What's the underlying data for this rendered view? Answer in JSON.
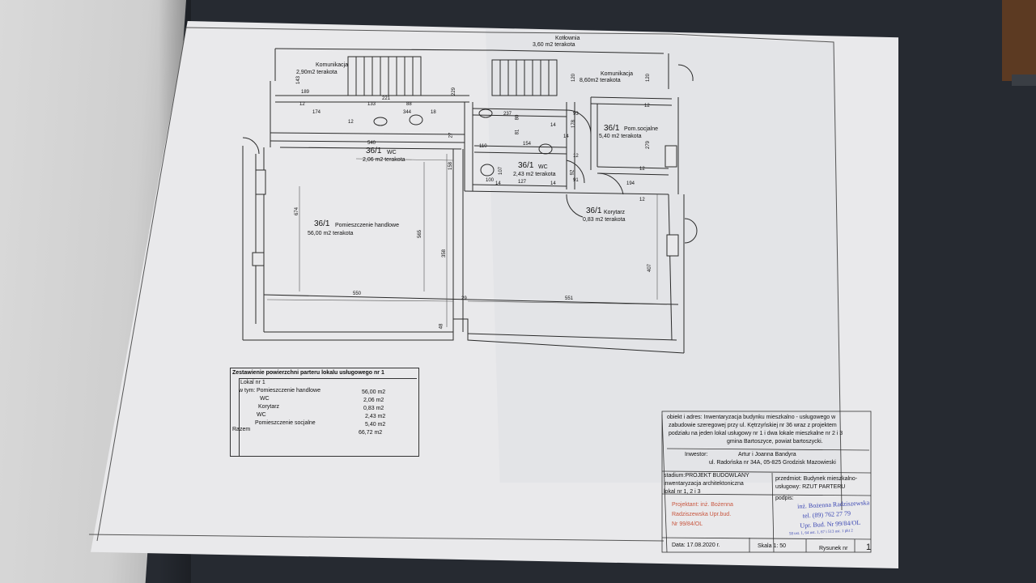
{
  "plan": {
    "rooms": [
      {
        "id": "kotlownia",
        "label": "Kotłownia",
        "area": "3,60 m2 terakota"
      },
      {
        "id": "komunikacja-left",
        "label": "Komunikacja",
        "area": "2,90m2 terakota"
      },
      {
        "id": "komunikacja-right",
        "label": "Komunikacja",
        "area": "8,60m2 terakota"
      },
      {
        "id": "pom-socjalne",
        "num": "36/1",
        "label": "Pom.socjalne",
        "area": "5,40 m2 terakota"
      },
      {
        "id": "wc-left",
        "num": "36/1",
        "label": "WC",
        "area": "2,06 m2 terakota"
      },
      {
        "id": "wc-middle",
        "num": "36/1",
        "label": "WC",
        "area": "2,43 m2 terakota"
      },
      {
        "id": "korytarz",
        "num": "36/1",
        "label": "Korytarz",
        "area": "0,83 m2 terakota"
      },
      {
        "id": "pomieszczenie-handlowe",
        "num": "36/1",
        "label": "Pomieszczenie handlowe",
        "area": "56,00 m2 terakota"
      }
    ],
    "dimensions": [
      "143",
      "189",
      "221",
      "133",
      "88",
      "229",
      "174",
      "344",
      "18",
      "12",
      "27",
      "540",
      "110",
      "120",
      "120",
      "237",
      "80",
      "93",
      "14",
      "178",
      "154",
      "14",
      "12",
      "81",
      "12",
      "279",
      "158",
      "107",
      "100",
      "127",
      "14",
      "92",
      "91",
      "14",
      "194",
      "12",
      "674",
      "565",
      "358",
      "407",
      "550",
      "29",
      "551",
      "48",
      "12",
      "12"
    ]
  },
  "summary": {
    "title": "Zestawienie powierzchni parteru lokalu usługowego  nr 1",
    "unit": "Lokal nr 1",
    "in_label": "w tym:",
    "rows": [
      {
        "name": "Pomieszczenie handlowe",
        "value": "56,00 m2"
      },
      {
        "name": "WC",
        "value": "2,06 m2"
      },
      {
        "name": "Korytarz",
        "value": "0,83 m2"
      },
      {
        "name": "WC",
        "value": "2,43 m2"
      },
      {
        "name": "Pomieszczenie socjalne",
        "value": "5,40 m2"
      }
    ],
    "total_label": "Razem",
    "total_value": "66,72 m2"
  },
  "title_block": {
    "object_lines": [
      "obiekt i adres: Inwentaryzacja budynku mieszkalno - usługowego w",
      "zabudowie szeregowej przy ul. Kętrzyńskiej nr 36  wraz z projektem",
      "podziału na jeden lokal usługowy nr 1 i dwa lokale mieszkalne nr 2 i 3",
      "gmina Bartoszyce, powiat  bartoszycki."
    ],
    "investor_label": "Inwestor:",
    "investor_lines": [
      "Artur i Joanna Bandyra",
      "ul. Radońska nr 34A, 05-825 Grodzisk Mazowieski"
    ],
    "stadium_lines": [
      "stadium:PROJEKT BUDOWLANY",
      "inwentaryzacja architektoniczna",
      "lokal nr 1, 2 i 3"
    ],
    "subject_lines": [
      "przedmiot: Budynek mieszkalno-",
      "usługowy: RZUT  PARTERU"
    ],
    "designer_lines": [
      "Projektant: inż. Bożenna",
      "Radziszewska Upr.bud.",
      "Nr 99/84/OL"
    ],
    "signature_label": "podpis:",
    "date": "Data: 17.08.2020 r.",
    "scale": "Skala  1: 50",
    "drawing_label": "Rysunek  nr",
    "drawing_number": "1"
  },
  "stamp": {
    "lines": [
      "inż. Bożenna Radziszewska",
      "tel. (89) 762 27 79",
      "Upr. Bud. Nr 99/84/OL",
      "58 ust. 1, 64 ust. 1, 67 i 513 ust. 1 pkt 2"
    ]
  }
}
